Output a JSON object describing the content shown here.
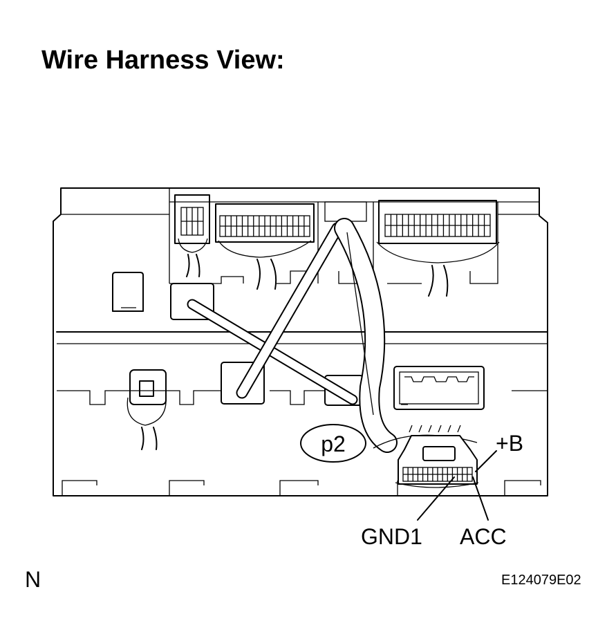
{
  "header": {
    "title": "Wire Harness View:"
  },
  "footer": {
    "orientation_mark": "N",
    "figure_code": "E124079E02"
  },
  "connector": {
    "label": "p2"
  },
  "terminals": {
    "b_plus": "+B",
    "gnd1": "GND1",
    "acc": "ACC"
  }
}
